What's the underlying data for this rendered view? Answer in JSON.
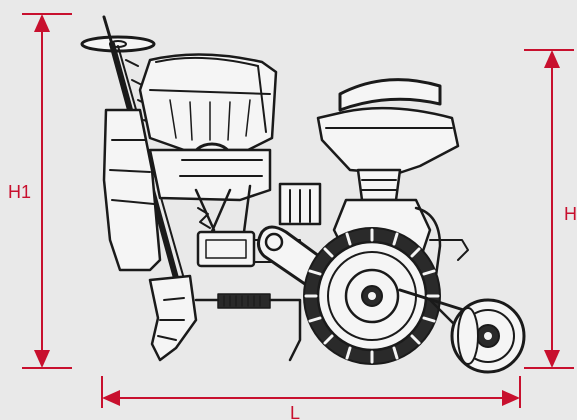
{
  "dimensions": {
    "height_total": {
      "label": "H1",
      "color": "#c8102e"
    },
    "height": {
      "label": "H",
      "color": "#c8102e"
    },
    "length": {
      "label": "L",
      "color": "#c8102e"
    }
  },
  "illustration": {
    "subject-icon": "seed-drill-planter-icon"
  }
}
